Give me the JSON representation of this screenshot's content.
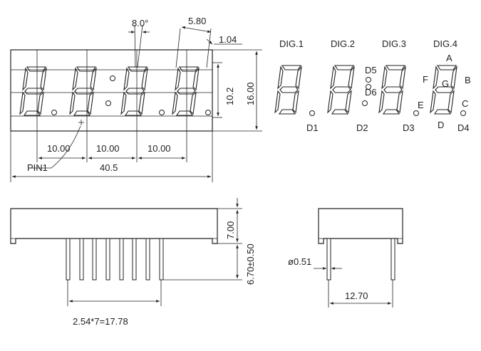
{
  "front_view": {
    "angle": "8.0°",
    "seg_pitch": "5.80",
    "seg_width": "1.04",
    "digit_height": "10.2",
    "body_height": "16.00",
    "pitch_1": "10.00",
    "pitch_2": "10.00",
    "pitch_3": "10.00",
    "body_width": "40.5",
    "pin1_label": "PIN1"
  },
  "segment_labels": {
    "dig1": "DIG.1",
    "dig2": "DIG.2",
    "dig3": "DIG.3",
    "dig4": "DIG.4",
    "d1": "D1",
    "d2": "D2",
    "d3": "D3",
    "d4": "D4",
    "d5": "D5",
    "d6": "D6",
    "a": "A",
    "b": "B",
    "c": "C",
    "d": "D",
    "e": "E",
    "f": "F",
    "g": "G"
  },
  "side_view": {
    "body_depth": "7.00",
    "pin_length": "6.70±0.50",
    "pin_pitch": "2.54*7=17.78"
  },
  "end_view": {
    "pin_diameter": "ø0.51",
    "row_spacing": "12.70"
  }
}
